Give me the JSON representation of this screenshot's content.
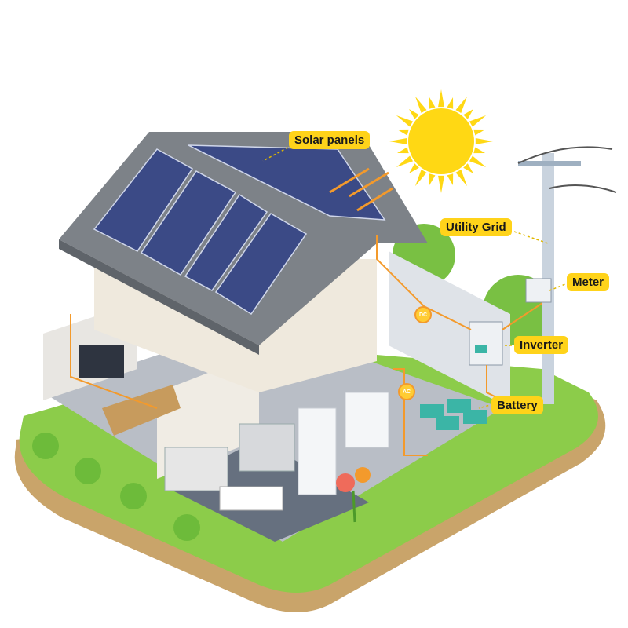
{
  "labels": {
    "solar_panels": "Solar panels",
    "utility_grid": "Utility Grid",
    "meter": "Meter",
    "inverter": "Inverter",
    "battery": "Battery"
  },
  "wire_tags": {
    "dc": "DC",
    "ac": "AC"
  },
  "colors": {
    "callout": "#ffd31a",
    "wire": "#f39a2c",
    "roof": "#7d8288",
    "panel": "#3b4a86",
    "grass": "#8ccc4a",
    "soil": "#c9a46a",
    "sun": "#ffd814"
  }
}
